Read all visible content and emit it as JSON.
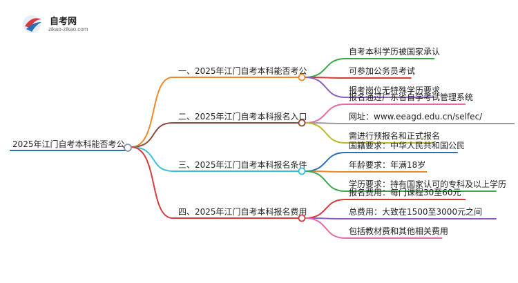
{
  "logo": {
    "title": "自考网",
    "subtitle": "zikao-zikao.com",
    "icon": "graduation-cap-icon"
  },
  "mindmap": {
    "root": "2025年江门自考本科能否考公",
    "branches": [
      {
        "label": "一、2025年江门自考本科能否考公",
        "color": "#f0882a",
        "children": [
          "自考本科学历被国家承认",
          "可参加公务员考试",
          "报考岗位无特殊学历要求"
        ],
        "child_colors": [
          "#3aa84a",
          "#d63b3b",
          "#8e5cc0"
        ]
      },
      {
        "label": "二、2025年江门自考本科报名入口",
        "color": "#8a4a3a",
        "children": [
          "报名通过广东省自学考试管理系统",
          "网址：www.eeagd.edu.cn/selfec/",
          "需进行预报名和正式报名"
        ],
        "child_colors": [
          "#e36aa8",
          "#9a9a9a",
          "#b8b82a"
        ]
      },
      {
        "label": "三、2025年江门自考本科报名条件",
        "color": "#38c0d8",
        "children": [
          "国籍要求：中华人民共和国公民",
          "年龄要求：年满18岁",
          "学历要求：持有国家认可的专科及以上学历"
        ],
        "child_colors": [
          "#2a6fb4",
          "#f0882a",
          "#3aa84a"
        ]
      },
      {
        "label": "四、2025年江门自考本科报名费用",
        "color": "#d63b3b",
        "children": [
          "报名费用：每门课程30至60元",
          "总费用：大致在1500至3000元之间",
          "包括教材费和其他相关费用"
        ],
        "child_colors": [
          "#d63b3b",
          "#8e5cc0",
          "#e36aa8"
        ]
      }
    ],
    "root_color": "#2a6fb4"
  }
}
